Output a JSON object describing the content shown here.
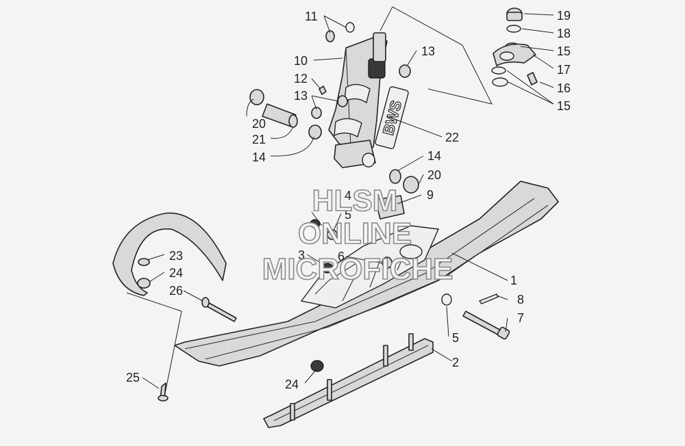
{
  "callouts": [
    {
      "id": "c1",
      "text": "1"
    },
    {
      "id": "c2",
      "text": "2"
    },
    {
      "id": "c3",
      "text": "3"
    },
    {
      "id": "c4",
      "text": "4"
    },
    {
      "id": "c5a",
      "text": "5"
    },
    {
      "id": "c5b",
      "text": "5"
    },
    {
      "id": "c6",
      "text": "6"
    },
    {
      "id": "c7",
      "text": "7"
    },
    {
      "id": "c8",
      "text": "8"
    },
    {
      "id": "c9",
      "text": "9"
    },
    {
      "id": "c10",
      "text": "10"
    },
    {
      "id": "c11",
      "text": "11"
    },
    {
      "id": "c12",
      "text": "12"
    },
    {
      "id": "c13a",
      "text": "13"
    },
    {
      "id": "c13b",
      "text": "13"
    },
    {
      "id": "c14a",
      "text": "14"
    },
    {
      "id": "c14b",
      "text": "14"
    },
    {
      "id": "c15a",
      "text": "15"
    },
    {
      "id": "c15b",
      "text": "15"
    },
    {
      "id": "c16",
      "text": "16"
    },
    {
      "id": "c17",
      "text": "17"
    },
    {
      "id": "c18",
      "text": "18"
    },
    {
      "id": "c19",
      "text": "19"
    },
    {
      "id": "c20a",
      "text": "20"
    },
    {
      "id": "c20b",
      "text": "20"
    },
    {
      "id": "c21",
      "text": "21"
    },
    {
      "id": "c22",
      "text": "22"
    },
    {
      "id": "c23",
      "text": "23"
    },
    {
      "id": "c24a",
      "text": "24"
    },
    {
      "id": "c24b",
      "text": "24"
    },
    {
      "id": "c25",
      "text": "25"
    },
    {
      "id": "c26",
      "text": "26"
    }
  ],
  "spindle_label": "BWS",
  "watermark": {
    "line1": "HLSM",
    "line2": "ONLINE",
    "line3": "MICROFICHE"
  }
}
